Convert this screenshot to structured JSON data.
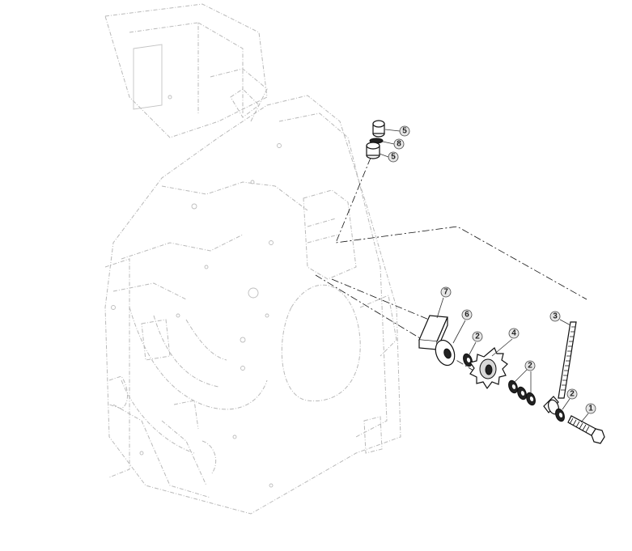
{
  "callouts": [
    {
      "id": "c1",
      "label": "1"
    },
    {
      "id": "c2a",
      "label": "2"
    },
    {
      "id": "c2b",
      "label": "2"
    },
    {
      "id": "c2c",
      "label": "2"
    },
    {
      "id": "c3",
      "label": "3"
    },
    {
      "id": "c4",
      "label": "4"
    },
    {
      "id": "c5a",
      "label": "5"
    },
    {
      "id": "c5b",
      "label": "5"
    },
    {
      "id": "c6",
      "label": "6"
    },
    {
      "id": "c7",
      "label": "7"
    },
    {
      "id": "c8",
      "label": "8"
    }
  ]
}
